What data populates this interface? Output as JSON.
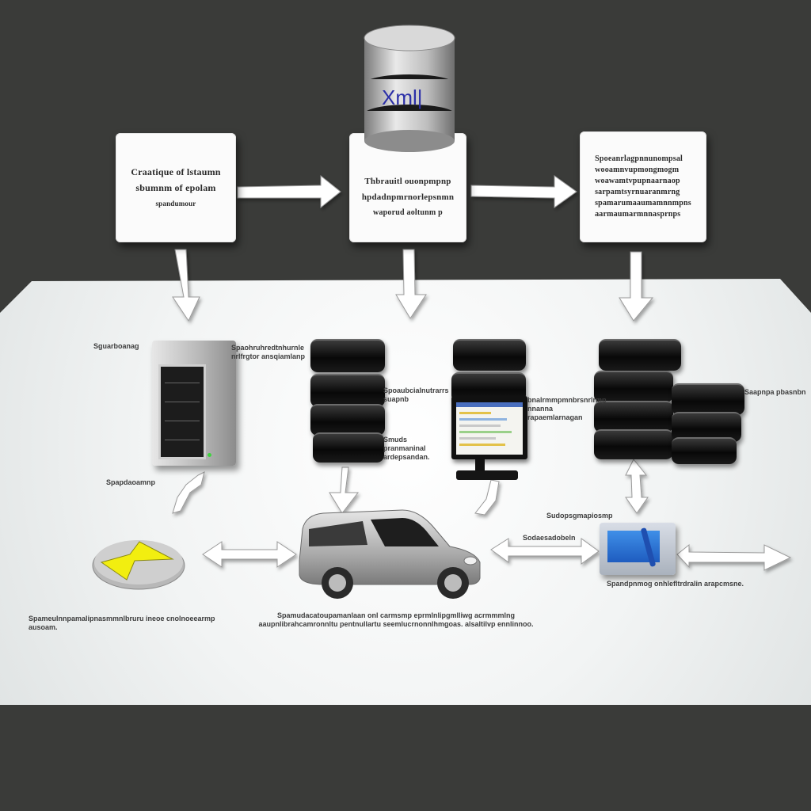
{
  "database": {
    "label": "Xml|"
  },
  "cards": [
    {
      "lines": [
        "Craatique of lstaumn",
        "sbumnm of epolam",
        "spandumour"
      ]
    },
    {
      "lines": [
        "Thbrauitl ouonpmpnp",
        "hpdadnpmrnorlepsnmn",
        "waporud aoltunm p"
      ]
    },
    {
      "lines": [
        "Spoeanrlagpnnunompsal",
        "wooamnvupmongmogm",
        "woawamtvpupnaarnaop",
        "sarpamtsyrnuaranmrng",
        "spamarumaaumamnnmpns",
        "aarmaumarmnnasprnps"
      ]
    }
  ],
  "labels": {
    "server_top": "Sguarboanag",
    "server_right": "Spaohruhredtnhurnle nrlfrgtor ansqiamlanp",
    "server_bottom": "Spapdaoamnp",
    "stack_mid": "Spoaubcialnutrarrs suapnb",
    "stack_mid_low": "Smuds pranmaninal ardepsandan.",
    "monitor_right": "bnalrmmpmnbrsnrlrmp nnanna rapaemlarnagan",
    "stack_right": "Saapnpa pbasnbn",
    "pad_top": "Sudopsgmapiosmp",
    "pad_left": "Sodaesadobeln",
    "pad_bottom": "Spandpnmog onhlefltrdralin arapcmsne.",
    "bottom_left": "Spameulnnpamalipnasmmnlbruru ineoe cnolnoeearmp ausoam.",
    "bottom_center": "Spamudacatoupamanlaan onl carmsmp eprmlnlipgmlliwg acrmmmlng aaupnlibrahcamronnltu pentnullartu seemlucrnonnlhmgoas. alsaltilvp ennlinnoo."
  },
  "colors": {
    "background": "#3a3b39",
    "floor": "#eef0f0",
    "card": "#fbfbfb",
    "marker_yellow": "#f2ee10",
    "pad_blue": "#2f6fd8",
    "xml_text": "#2b2fa8"
  },
  "icons": [
    "database-icon",
    "server-tower-icon",
    "disk-stack-icon",
    "monitor-icon",
    "car-icon",
    "yellow-arrow-marker-icon",
    "tablet-pen-icon"
  ]
}
